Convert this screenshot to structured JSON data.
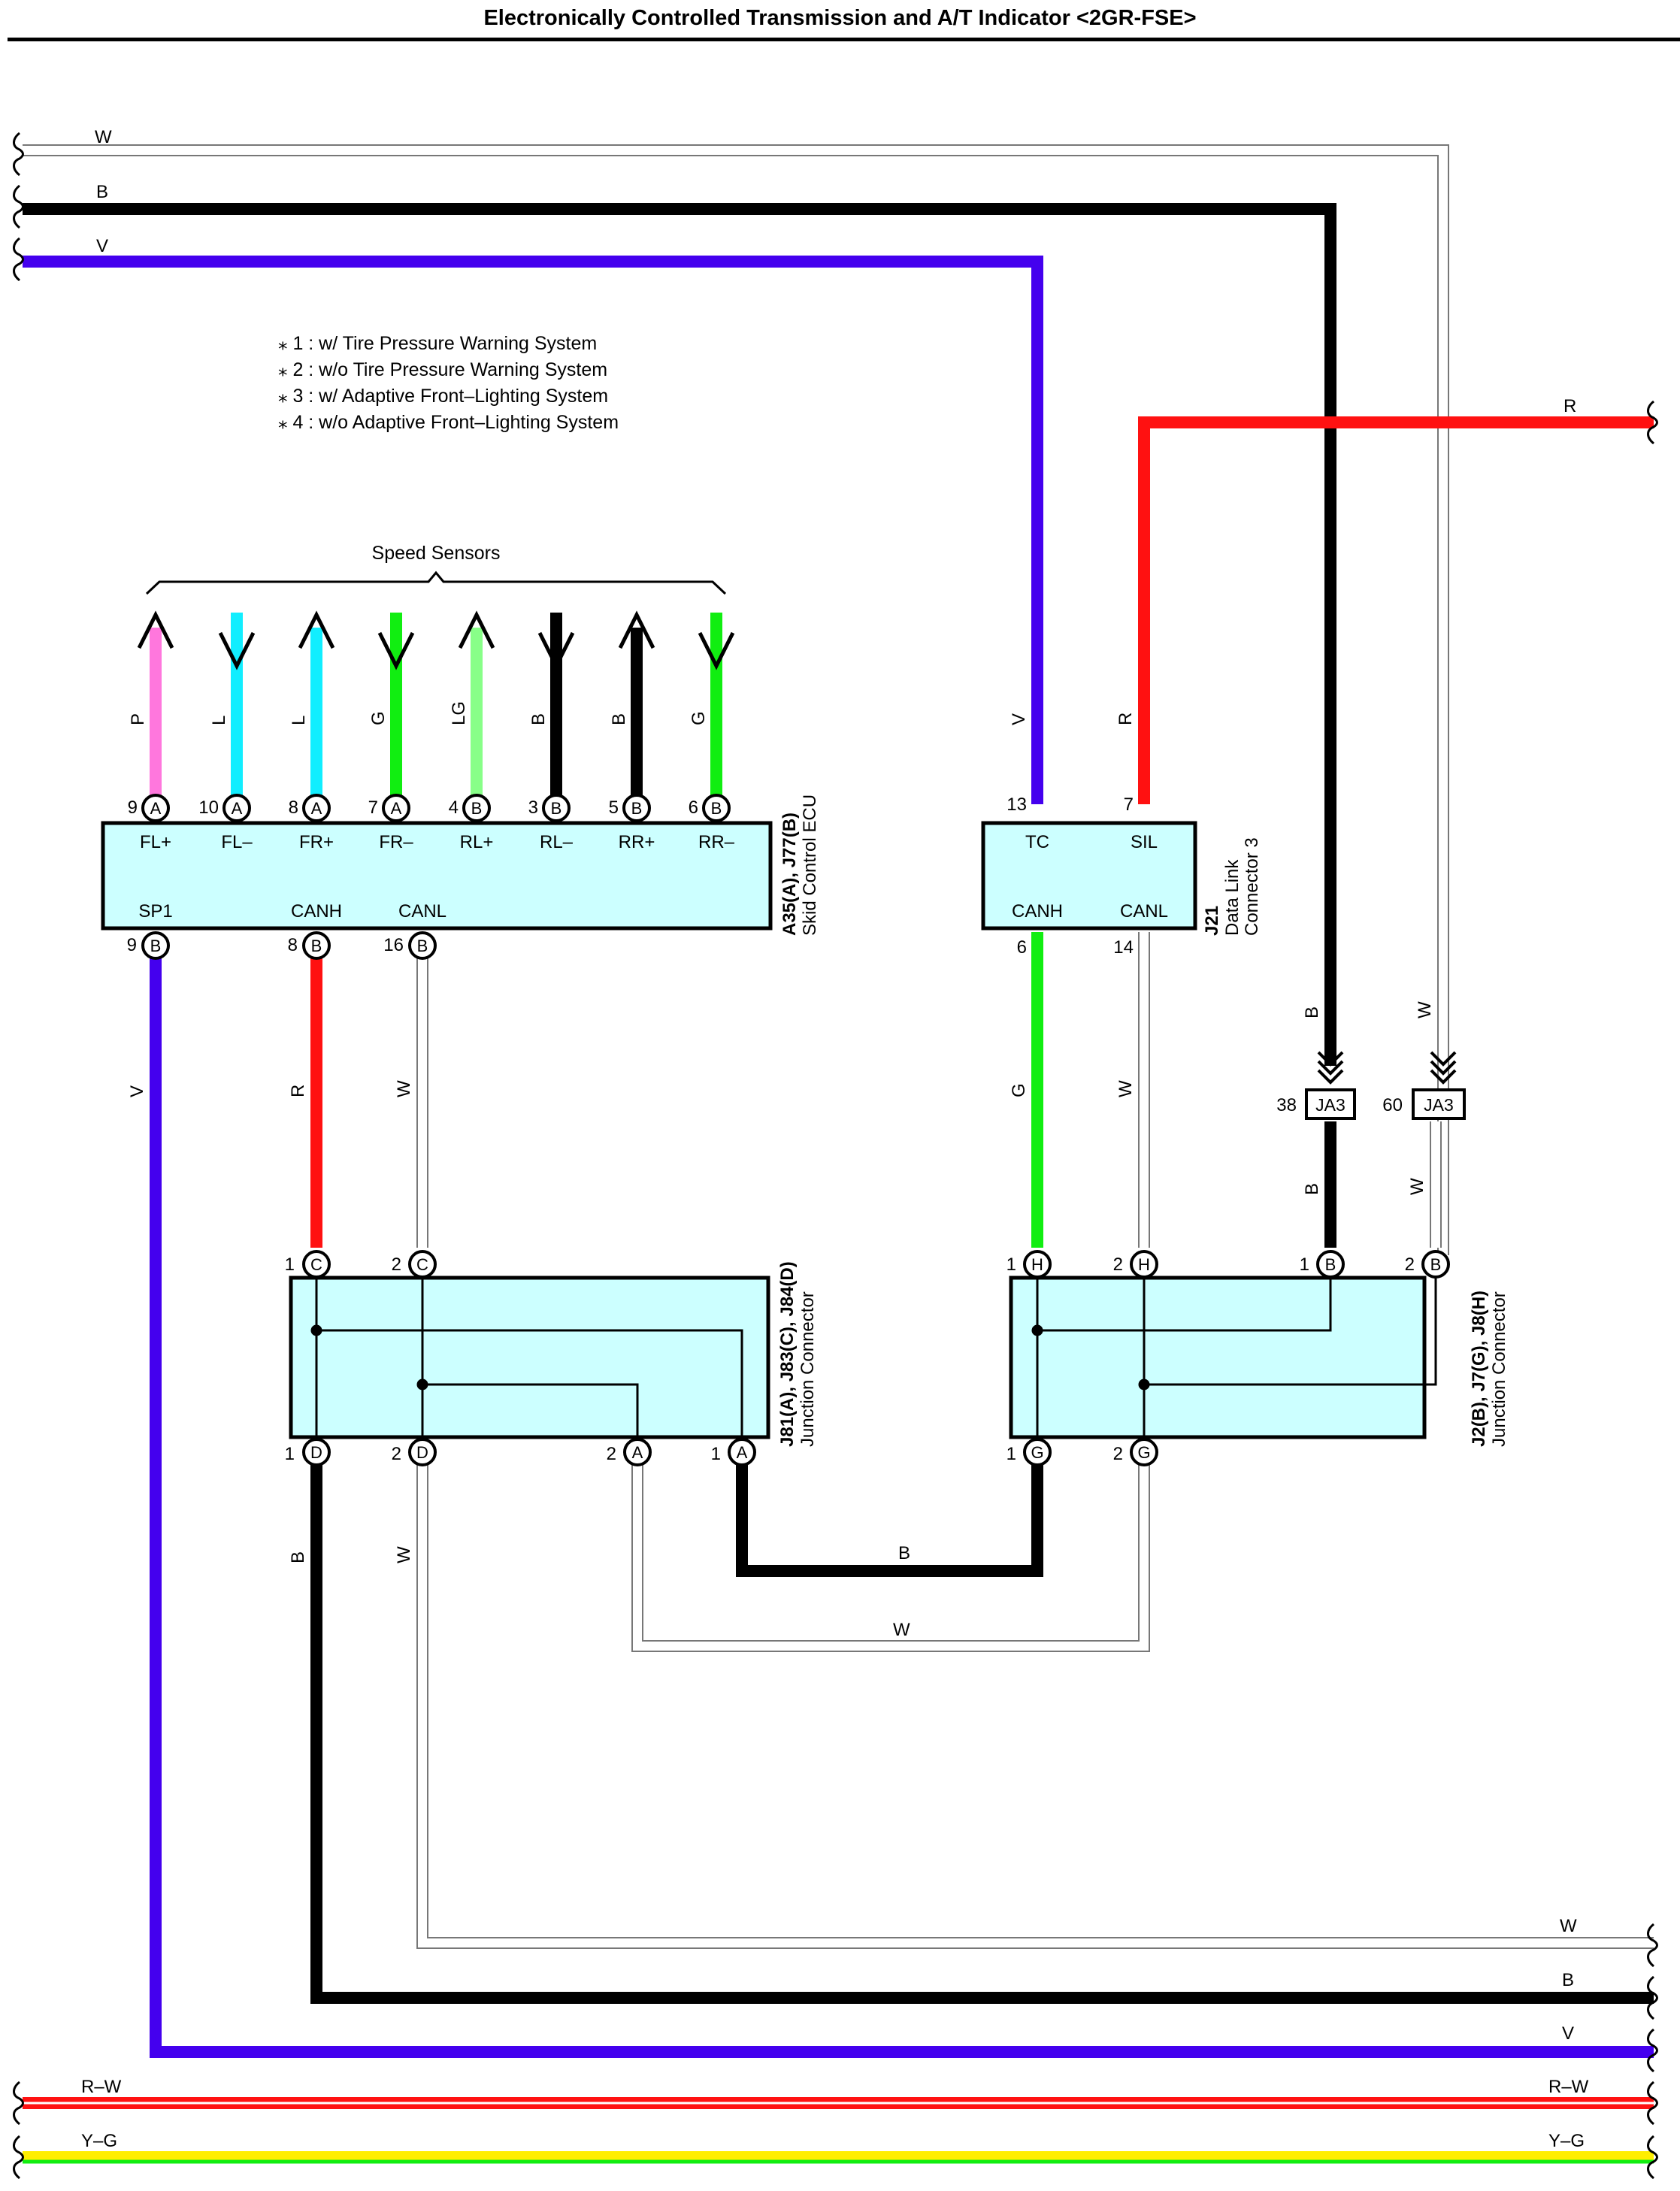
{
  "title": "Electronically Controlled Transmission and A/T Indicator <2GR-FSE>",
  "notes": [
    "⁎ 1 : w/ Tire Pressure Warning System",
    "⁎ 2 : w/o Tire Pressure Warning System",
    "⁎ 3 : w/ Adaptive Front–Lighting System",
    "⁎ 4 : w/o Adaptive Front–Lighting System"
  ],
  "colors": {
    "W": "#ffffff",
    "B": "#000000",
    "V": "#4400ee",
    "R": "#ff1111",
    "G": "#11ee11",
    "LG": "#88ff88",
    "L": "#11eeff",
    "P": "#ff77dd",
    "Y": "#ffee00",
    "box_fill": "#ccffff"
  },
  "wire_labels": {
    "top_w": "W",
    "top_b": "B",
    "top_v": "V",
    "top_r": "R",
    "dlc_v": "V",
    "dlc_r": "R",
    "dlc_g": "G",
    "dlc_w": "W",
    "ecu_v": "V",
    "ecu_r": "R",
    "ecu_w": "W",
    "jc1_b": "B",
    "jc1_w": "W",
    "ja3_b_upper": "B",
    "ja3_w_upper": "W",
    "ja3_b_lower": "B",
    "ja3_w_lower": "W",
    "link_b": "B",
    "link_w": "W",
    "bottom_w": "W",
    "bottom_b": "B",
    "bottom_v": "V",
    "rw_left": "R–W",
    "rw_right": "R–W",
    "yg_left": "Y–G",
    "yg_right": "Y–G"
  },
  "speed_sensors": {
    "label": "Speed Sensors",
    "wires": [
      {
        "color_code": "P",
        "pin": "9",
        "conn": "A",
        "signal": "FL+"
      },
      {
        "color_code": "L",
        "pin": "10",
        "conn": "A",
        "signal": "FL–"
      },
      {
        "color_code": "L",
        "pin": "8",
        "conn": "A",
        "signal": "FR+"
      },
      {
        "color_code": "G",
        "pin": "7",
        "conn": "A",
        "signal": "FR–"
      },
      {
        "color_code": "LG",
        "pin": "4",
        "conn": "B",
        "signal": "RL+"
      },
      {
        "color_code": "B",
        "pin": "3",
        "conn": "B",
        "signal": "RL–"
      },
      {
        "color_code": "B",
        "pin": "5",
        "conn": "B",
        "signal": "RR+"
      },
      {
        "color_code": "G",
        "pin": "6",
        "conn": "B",
        "signal": "RR–"
      }
    ]
  },
  "skid_ecu": {
    "id": "A35(A), J77(B)",
    "name": "Skid Control ECU",
    "bottom_pins": [
      {
        "pin": "9",
        "conn": "B",
        "signal": "SP1"
      },
      {
        "pin": "8",
        "conn": "B",
        "signal": "CANH"
      },
      {
        "pin": "16",
        "conn": "B",
        "signal": "CANL"
      }
    ]
  },
  "dlc": {
    "id": "J21",
    "name_line1": "Data Link",
    "name_line2": "Connector 3",
    "top_pins": [
      {
        "pin": "13",
        "signal": "TC"
      },
      {
        "pin": "7",
        "signal": "SIL"
      }
    ],
    "bottom_pins": [
      {
        "pin": "6",
        "signal": "CANH"
      },
      {
        "pin": "14",
        "signal": "CANL"
      }
    ]
  },
  "junction1": {
    "id": "J81(A), J83(C), J84(D)",
    "name": "Junction Connector",
    "top_pins": [
      {
        "pin": "1",
        "conn": "C"
      },
      {
        "pin": "2",
        "conn": "C"
      }
    ],
    "bottom_pins": [
      {
        "pin": "1",
        "conn": "D"
      },
      {
        "pin": "2",
        "conn": "D"
      },
      {
        "pin": "2",
        "conn": "A"
      },
      {
        "pin": "1",
        "conn": "A"
      }
    ]
  },
  "junction2": {
    "id": "J2(B), J7(G), J8(H)",
    "name": "Junction Connector",
    "top_pins": [
      {
        "pin": "1",
        "conn": "H"
      },
      {
        "pin": "2",
        "conn": "H"
      },
      {
        "pin": "1",
        "conn": "B"
      },
      {
        "pin": "2",
        "conn": "B"
      }
    ],
    "bottom_pins": [
      {
        "pin": "1",
        "conn": "G"
      },
      {
        "pin": "2",
        "conn": "G"
      }
    ]
  },
  "ja3": {
    "label": "JA3",
    "pins": [
      {
        "pin": "38"
      },
      {
        "pin": "60"
      }
    ]
  }
}
